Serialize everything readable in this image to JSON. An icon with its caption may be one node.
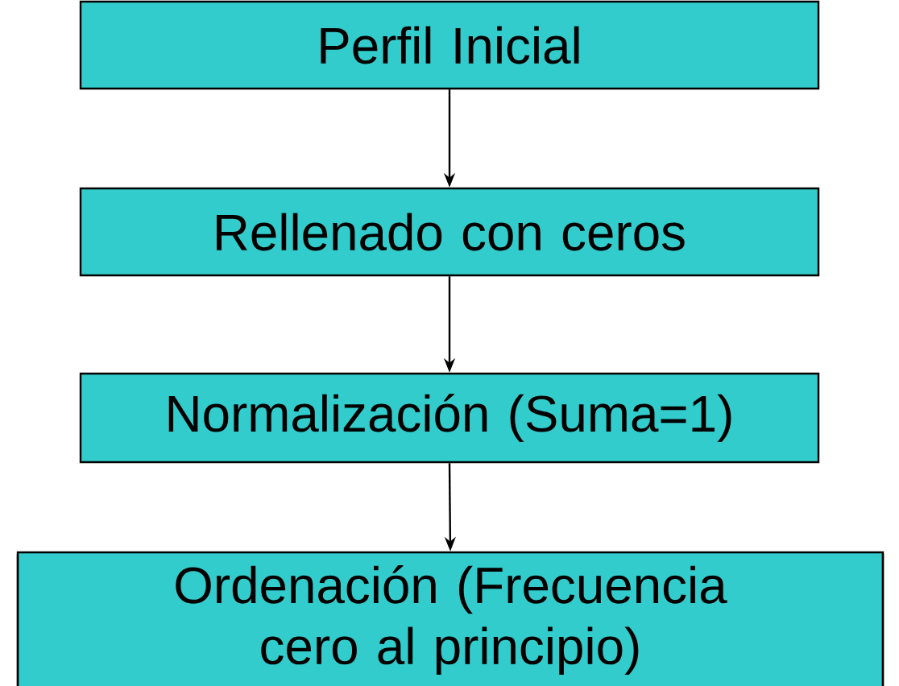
{
  "diagram": {
    "nodes": [
      {
        "text": [
          "Perfil Inicial"
        ]
      },
      {
        "text": [
          "Rellenado con ceros"
        ]
      },
      {
        "text": [
          "Normalización (Suma=1)"
        ]
      },
      {
        "text": [
          "Ordenación (Frecuencia cero al principio)"
        ]
      }
    ],
    "edges": [
      {
        "from": 0,
        "to": 1,
        "arrow": "to"
      },
      {
        "from": 1,
        "to": 2,
        "arrow": "to"
      },
      {
        "from": 2,
        "to": 3,
        "arrow": "to"
      }
    ]
  }
}
